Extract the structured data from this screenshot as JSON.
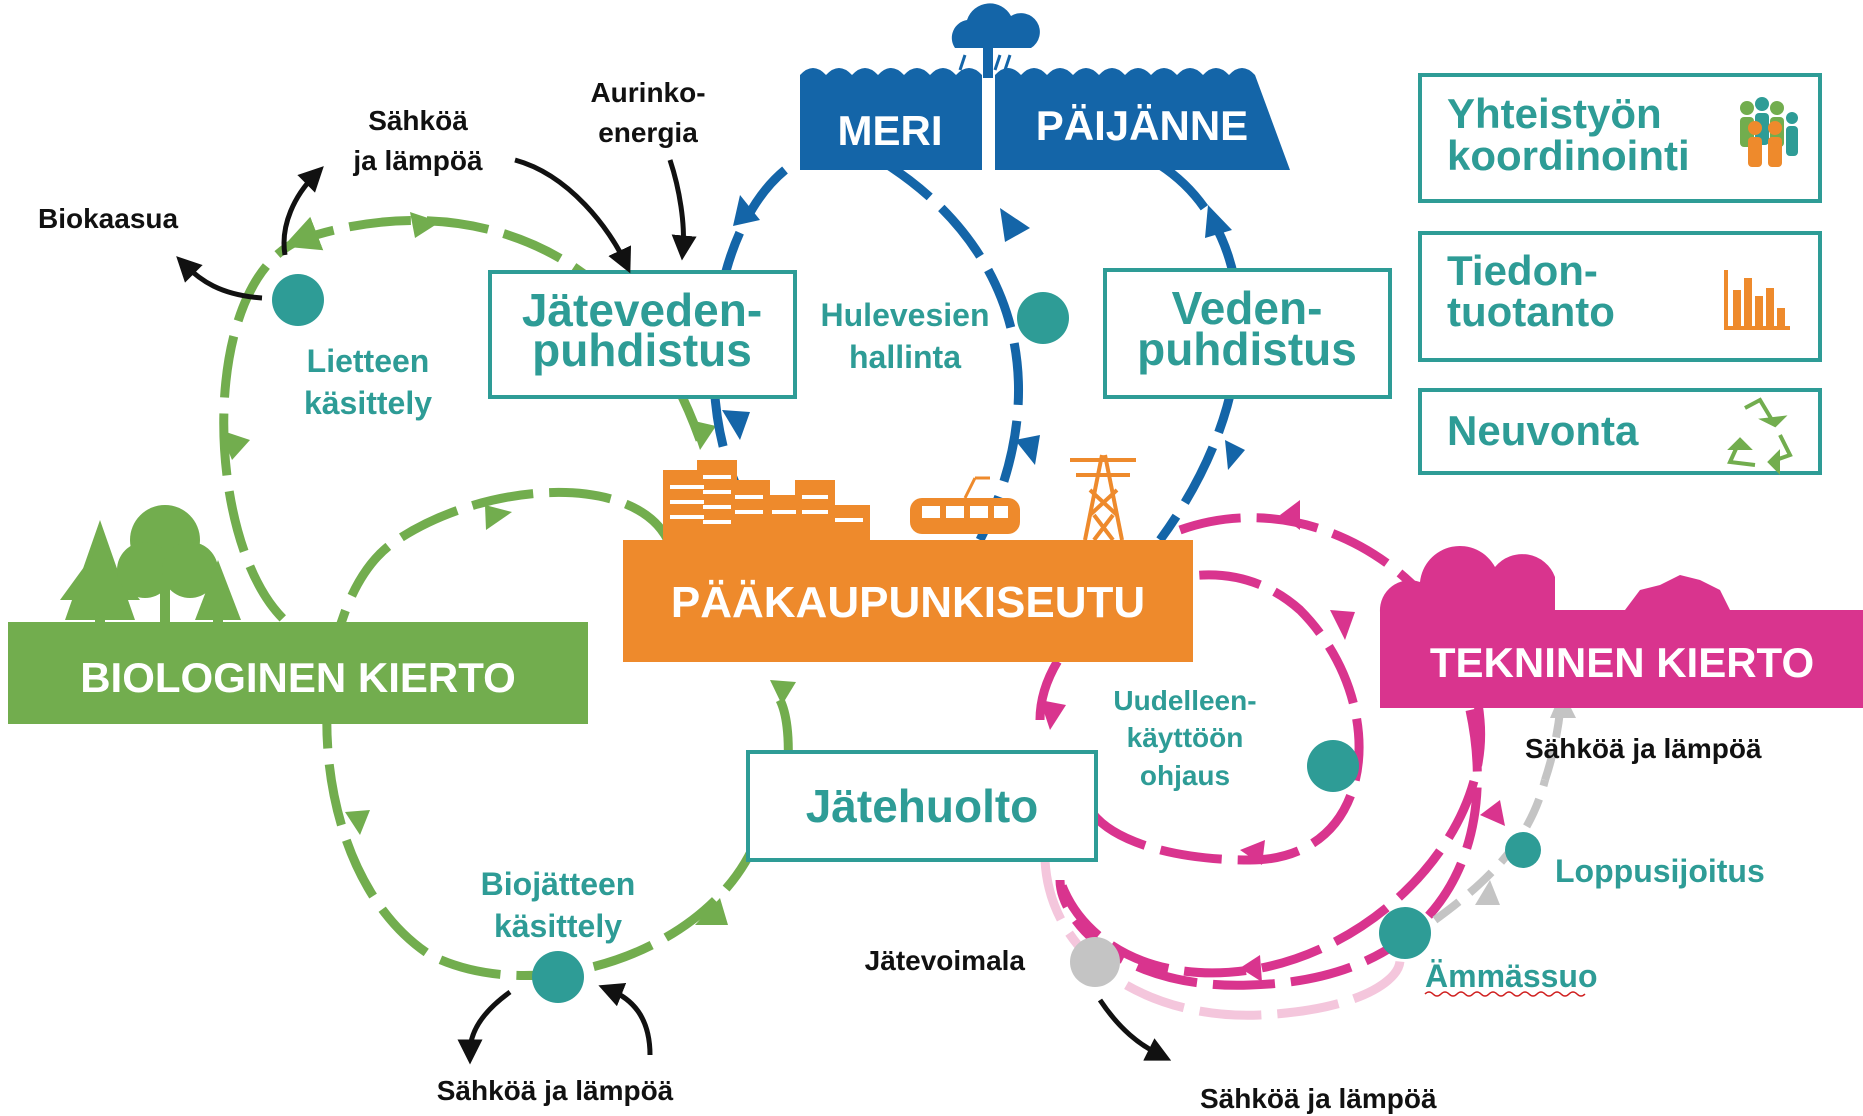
{
  "colors": {
    "green": "#72ad4e",
    "blue": "#1465a8",
    "pink": "#d9348e",
    "light_pink": "#f4c6dc",
    "orange": "#ee8a2c",
    "teal": "#2e9c96",
    "grey": "#c4c4c4"
  },
  "center": {
    "title": "PÄÄKAUPUNKISEUTU"
  },
  "water": {
    "sea": "MERI",
    "lake": "PÄIJÄNNE"
  },
  "cycles": {
    "biological": "BIOLOGINEN KIERTO",
    "technical": "TEKNINEN KIERTO"
  },
  "boxes": {
    "wastewater": [
      "Jäteveden-",
      "puhdistus"
    ],
    "water_treatment": [
      "Veden-",
      "puhdistus"
    ],
    "waste_management": "Jätehuolto"
  },
  "labels": {
    "sludge": [
      "Lietteen",
      "käsittely"
    ],
    "stormwater": [
      "Hulevesien",
      "hallinta"
    ],
    "biowaste": [
      "Biojätteen",
      "käsittely"
    ],
    "reuse": [
      "Uudelleen-",
      "käyttöön",
      "ohjaus"
    ],
    "final_disposal": "Loppusijoitus",
    "ammassuo": "Ämmässuo",
    "waste_power_plant": "Jätevoimala"
  },
  "outputs": {
    "biogas": "Biokaasua",
    "heat_power_sludge": [
      "Sähköä",
      "ja lämpöä"
    ],
    "solar": [
      "Aurinko-",
      "energia"
    ],
    "heat_power_biowaste": "Sähköä ja lämpöä",
    "heat_power_landfill": "Sähköä ja lämpöä",
    "heat_power_plant": "Sähköä ja lämpöä"
  },
  "services": [
    {
      "label": [
        "Yhteistyön",
        "koordinointi"
      ],
      "icon": "people-icon"
    },
    {
      "label": [
        "Tiedon-",
        "tuotanto"
      ],
      "icon": "bar-chart-icon"
    },
    {
      "label": [
        "Neuvonta"
      ],
      "icon": "recycle-icon"
    }
  ]
}
